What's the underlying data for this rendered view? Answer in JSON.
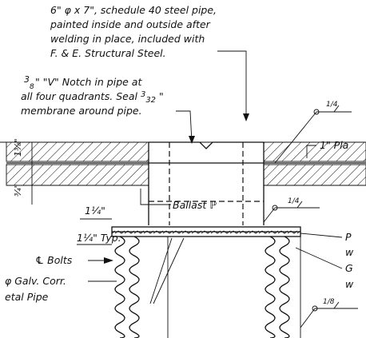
{
  "notes": {
    "pipe_line1": "6\" φ x 7\", schedule 40 steel pipe,",
    "pipe_line2": "painted inside and outside after",
    "pipe_line3": "welding in place, included with",
    "pipe_line4": "F. & E. Structural Steel.",
    "notch_line1_a": "3",
    "notch_line1_b": "8",
    "notch_line1_c": "\" \"V\" Notch in pipe at",
    "notch_line2_a": "all four quadrants. Seal ",
    "notch_line2_b": "3",
    "notch_line2_c": "32",
    "notch_line2_d": " \"",
    "notch_line3": "membrane around pipe.",
    "plate_label": "1\" Pla",
    "ballast": "Ballast ℙ",
    "bolt_spacing": "1¼\"",
    "bolt_typ": "1¼\" Typ.",
    "bolts": "℄ Bolts",
    "corr_line1": "φ Galv. Corr.",
    "corr_line2": "etal Pipe",
    "dim_left_top": "1³⁄₈\"",
    "dim_left_bottom": "³⁄₄\"",
    "right_p": "P",
    "right_w1": "w",
    "right_g": "G",
    "right_w2": "w",
    "weld_top": "1/4",
    "weld_mid": "1/4",
    "weld_low": "1/8"
  }
}
